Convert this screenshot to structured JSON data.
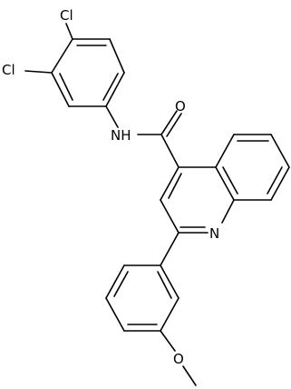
{
  "structure": {
    "atom_labels": {
      "cl_upper": "Cl",
      "cl_lower": "Cl",
      "amide_nh": "NH",
      "carbonyl_o": "O",
      "quinoline_n": "N",
      "methoxy_o": "O"
    }
  }
}
